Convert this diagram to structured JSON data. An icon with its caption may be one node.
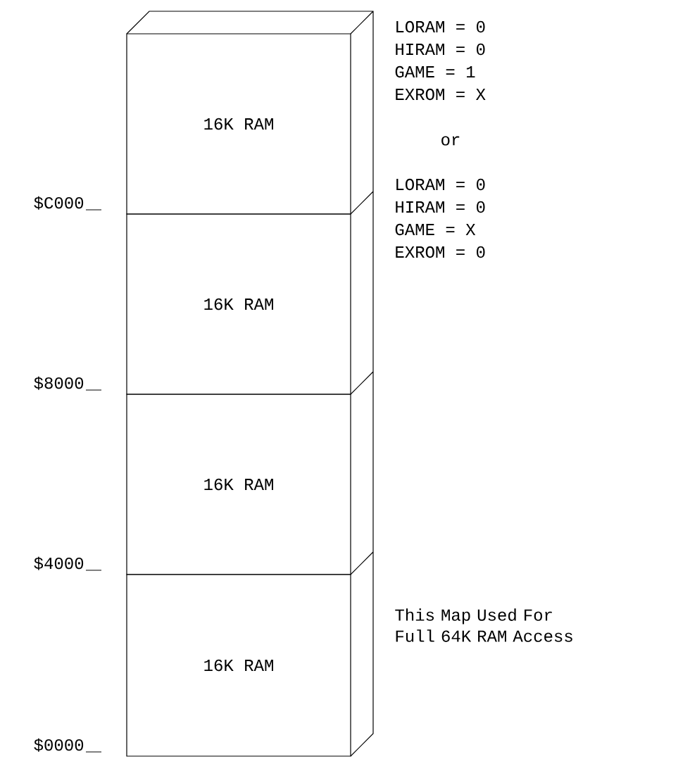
{
  "diagram": {
    "nodes": [
      {
        "text": [
          "16K RAM"
        ]
      },
      {
        "text": [
          "16K RAM"
        ]
      },
      {
        "text": [
          "16K RAM"
        ]
      },
      {
        "text": [
          "16K RAM"
        ]
      }
    ],
    "labels": [
      "LORAM = 0",
      "HIRAM = 0",
      "GAME = 1",
      "EXROM = X",
      "or",
      "LORAM = 0",
      "HIRAM = 0",
      "GAME = X",
      "EXROM = 0",
      "$C000",
      "$8000",
      "$4000",
      "This Map Used For Full 64K RAM Access",
      "$0000"
    ]
  }
}
